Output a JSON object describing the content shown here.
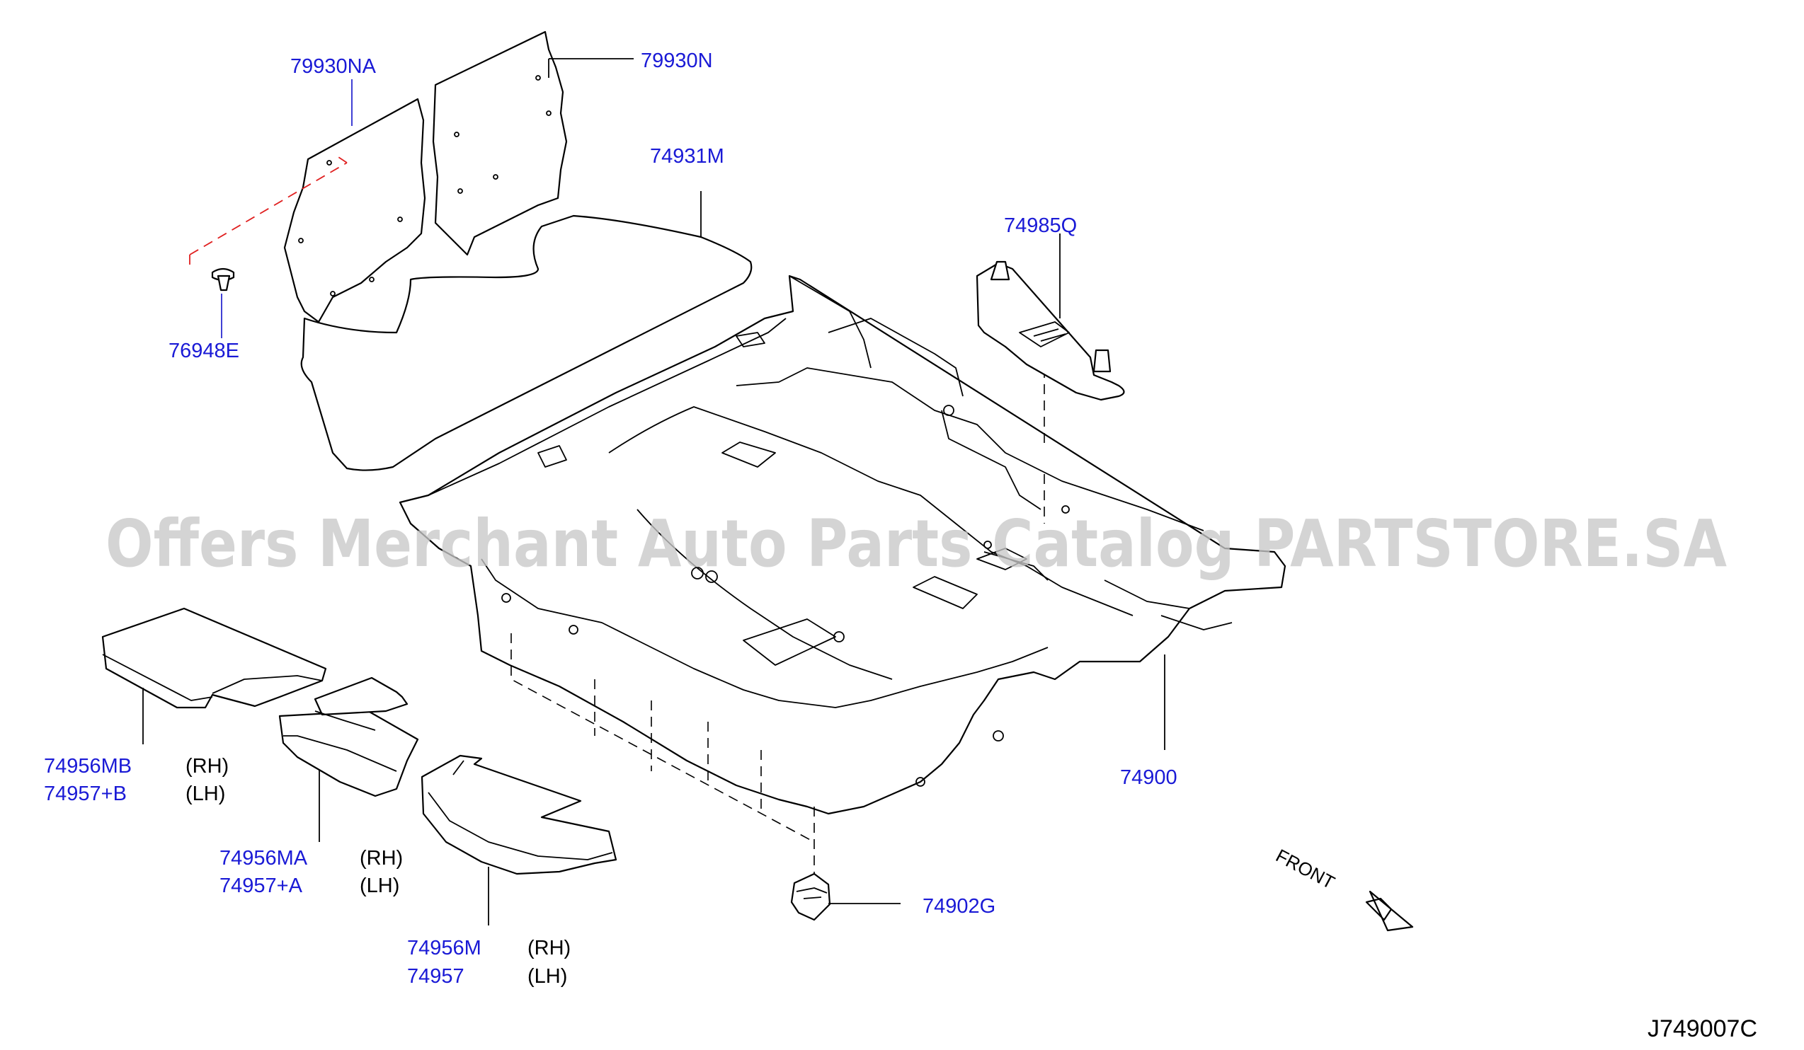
{
  "watermark": "Offers Merchant Auto Parts Catalog PARTSTORE.SA",
  "diagram_code": "J749007C",
  "front_label": "FRONT",
  "parts": [
    {
      "id": "p79930NA",
      "number": "79930NA",
      "side": ""
    },
    {
      "id": "p79930N",
      "number": "79930N",
      "side": ""
    },
    {
      "id": "p74931M",
      "number": "74931M",
      "side": ""
    },
    {
      "id": "p74985Q",
      "number": "74985Q",
      "side": ""
    },
    {
      "id": "p76948E",
      "number": "76948E",
      "side": ""
    },
    {
      "id": "p74956MB",
      "number": "74956MB",
      "side": "(RH)"
    },
    {
      "id": "p74957B",
      "number": "74957+B",
      "side": "(LH)"
    },
    {
      "id": "p74956MA",
      "number": "74956MA",
      "side": "(RH)"
    },
    {
      "id": "p74957A",
      "number": "74957+A",
      "side": "(LH)"
    },
    {
      "id": "p74956M",
      "number": "74956M",
      "side": "(RH)"
    },
    {
      "id": "p74957",
      "number": "74957",
      "side": "(LH)"
    },
    {
      "id": "p74900",
      "number": "74900",
      "side": ""
    },
    {
      "id": "p74902G",
      "number": "74902G",
      "side": ""
    }
  ],
  "colors": {
    "part_link": "#1a1ad6",
    "watermark": "#c8c8c8",
    "clip_leader": "#e02020"
  }
}
